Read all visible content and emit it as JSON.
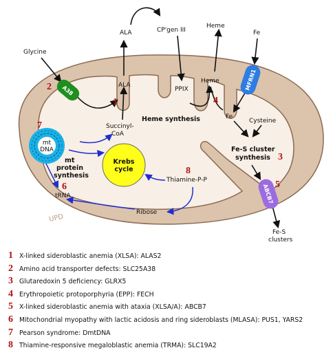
{
  "labels": {
    "glycine": "Glycine",
    "ala_out": "ALA",
    "ala_in": "ALA",
    "cpgen": "CP'gen III",
    "heme_out": "Heme",
    "fe_out": "Fe",
    "ppix": "PPIX",
    "heme_in": "Heme",
    "fe_in": "Fe",
    "cysteine": "Cysteine",
    "succinyl_1": "Succinyl-",
    "succinyl_2": "CoA",
    "heme_synthesis": "Heme synthesis",
    "fes_1": "Fe-S cluster",
    "fes_2": "synthesis",
    "mt_1": "mt",
    "mt_2": "DNA",
    "mtprot_1": "mt",
    "mtprot_2": "protein",
    "mtprot_3": "synthesis",
    "krebs_1": "Krebs",
    "krebs_2": "cycle",
    "thiamine": "Thiamine-P-P",
    "ribose": "Ribose",
    "trna": "tRNA",
    "fes_clusters_1": "Fe-S",
    "fes_clusters_2": "clusters",
    "a38": "A38",
    "mfrn1": "MFRN1",
    "abcb7": "ABCB7"
  },
  "numbers": {
    "n1": "1",
    "n2": "2",
    "n3": "3",
    "n4": "4",
    "n5": "5",
    "n6": "6",
    "n7": "7",
    "n8": "8"
  },
  "legend": [
    {
      "num": "1",
      "text": "X-linked sideroblastic anemia (XLSA): ALAS2"
    },
    {
      "num": "2",
      "text": "Amino acid transporter defects: SLC25A38"
    },
    {
      "num": "3",
      "text": "Glutaredoxin 5 deficiency: GLRX5"
    },
    {
      "num": "4",
      "text": "Erythropoietic protoporphyria (EPP): FECH"
    },
    {
      "num": "5",
      "text": "X-linked sideroblastic anemia with ataxia (XLSA/A): ABCB7"
    },
    {
      "num": "6",
      "text": "Mitochondrial myopathy with lactic acidosis and ring sideroblasts (MLASA): PUS1, YARS2"
    },
    {
      "num": "7",
      "text": "Pearson syndrome: DmtDNA"
    },
    {
      "num": "8",
      "text": "Thiamine-responsive megaloblastic anemia (TRMA): SLC19A2"
    }
  ],
  "watermark": "UPD",
  "colors": {
    "outer_membrane": "#dcc3ac",
    "matrix": "#f8efe6",
    "outline": "#8a6a54",
    "a38": "#1f8f1f",
    "mfrn1": "#2f7de0",
    "abcb7": "#9b6ce0",
    "krebs": "#ffff1a",
    "mtdna": "#19b2e8",
    "blue_arrow": "#1f2fd0",
    "number_red": "#b01217"
  }
}
